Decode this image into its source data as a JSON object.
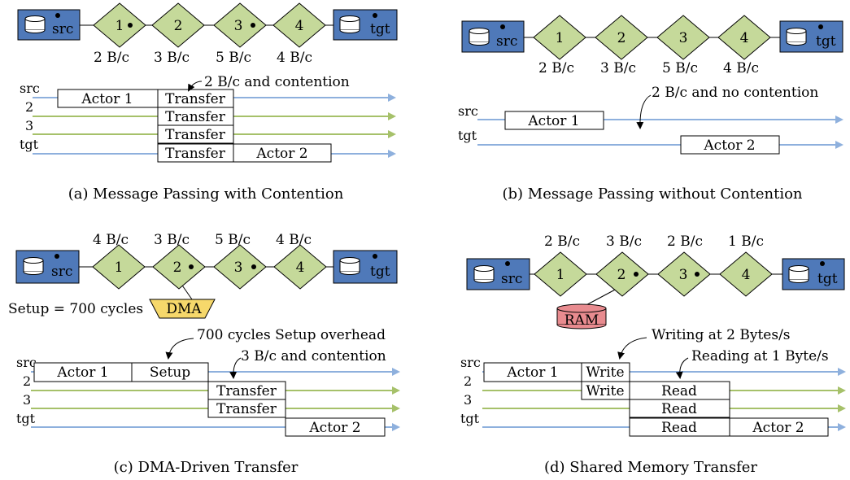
{
  "colors": {
    "node_fill": "#4F79B9",
    "diamond_fill": "#C5D99A",
    "blue_line": "#8EB0DD",
    "green_line": "#A6C16A",
    "dma_fill": "#F6D86B",
    "ram_fill": "#E88B8F"
  },
  "icons": [
    "database-icon",
    "arrow-right-icon",
    "curved-arrow-icon"
  ],
  "panels": [
    {
      "id": "a",
      "caption": "(a) Message Passing with Contention",
      "src_label": "src",
      "tgt_label": "tgt",
      "nodes": [
        "1",
        "2",
        "3",
        "4"
      ],
      "rates": [
        "2 B/c",
        "3 B/c",
        "5 B/c",
        "4 B/c"
      ],
      "lane_labels": [
        "src",
        "2",
        "3",
        "tgt"
      ],
      "annotations": [
        "2 B/c and contention"
      ],
      "boxes": [
        "Actor 1",
        "Transfer",
        "Transfer",
        "Transfer",
        "Transfer",
        "Actor 2"
      ]
    },
    {
      "id": "b",
      "caption": "(b) Message Passing without Contention",
      "src_label": "src",
      "tgt_label": "tgt",
      "nodes": [
        "1",
        "2",
        "3",
        "4"
      ],
      "rates": [
        "2 B/c",
        "3 B/c",
        "5 B/c",
        "4 B/c"
      ],
      "lane_labels": [
        "src",
        "tgt"
      ],
      "annotations": [
        "2 B/c and no contention"
      ],
      "boxes": [
        "Actor 1",
        "Actor 2"
      ]
    },
    {
      "id": "c",
      "caption": "(c) DMA-Driven Transfer",
      "src_label": "src",
      "tgt_label": "tgt",
      "nodes": [
        "1",
        "2",
        "3",
        "4"
      ],
      "rates": [
        "4 B/c",
        "3 B/c",
        "5 B/c",
        "4 B/c"
      ],
      "dma_label": "DMA",
      "setup_text": "Setup = 700 cycles",
      "lane_labels": [
        "src",
        "2",
        "3",
        "tgt"
      ],
      "annotations": [
        "700 cycles Setup overhead",
        "3 B/c and contention"
      ],
      "boxes": [
        "Actor 1",
        "Setup",
        "Transfer",
        "Transfer",
        "Actor 2"
      ]
    },
    {
      "id": "d",
      "caption": "(d) Shared Memory Transfer",
      "src_label": "src",
      "tgt_label": "tgt",
      "nodes": [
        "1",
        "2",
        "3",
        "4"
      ],
      "rates": [
        "2 B/c",
        "3 B/c",
        "2 B/c",
        "1 B/c"
      ],
      "ram_label": "RAM",
      "lane_labels": [
        "src",
        "2",
        "3",
        "tgt"
      ],
      "annotations": [
        "Writing at 2 Bytes/s",
        "Reading at 1 Byte/s"
      ],
      "boxes": [
        "Actor 1",
        "Write",
        "Write",
        "Read",
        "Read",
        "Read",
        "Actor 2"
      ]
    }
  ]
}
